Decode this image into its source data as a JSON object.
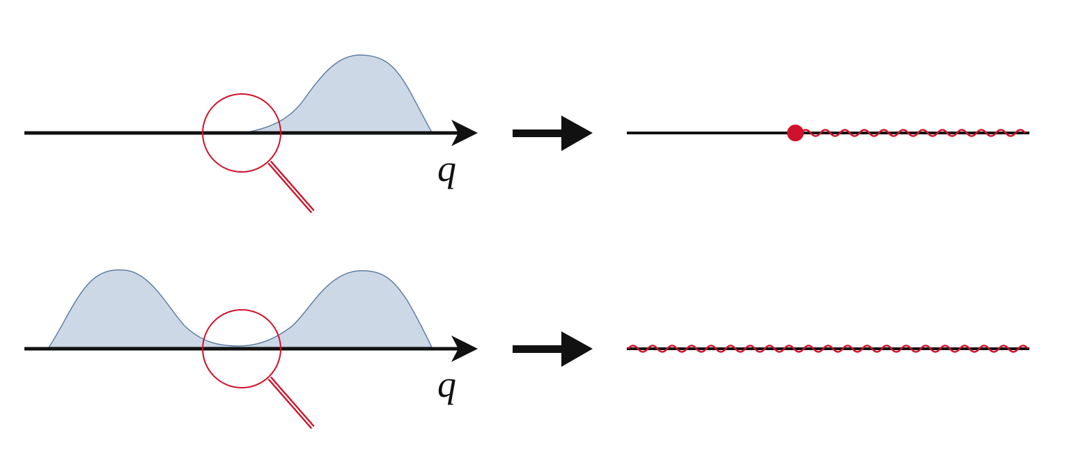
{
  "colors": {
    "axis": "#111111",
    "lens": "#d0112b",
    "distribution_fill": "#cdd8e6",
    "distribution_stroke": "#5f7ea3",
    "wavy": "#d0112b",
    "arrow": "#111111"
  },
  "rows": [
    {
      "axis_label": "q",
      "distribution": "single-peak",
      "icon": "magnifier-icon",
      "result": "half-line-with-endpoint"
    },
    {
      "axis_label": "q",
      "distribution": "double-peak",
      "icon": "magnifier-icon",
      "result": "full-wavy-line"
    }
  ]
}
